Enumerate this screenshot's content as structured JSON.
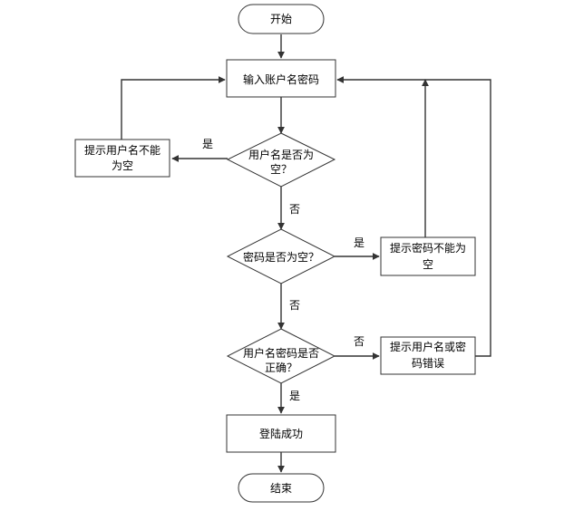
{
  "flowchart": {
    "start": "开始",
    "input": "输入账户名密码",
    "check_user": [
      "用户名是否为",
      "空？"
    ],
    "prompt_user": [
      "提示用户名不能",
      "为空"
    ],
    "check_pwd": "密码是否为空？",
    "prompt_pwd": [
      "提示密码不能为",
      "空"
    ],
    "check_login": [
      "用户名密码是否",
      "正确？"
    ],
    "prompt_err": [
      "提示用户名或密",
      "码错误"
    ],
    "success": "登陆成功",
    "end": "结束",
    "labels": {
      "yes": "是",
      "no": "否"
    }
  }
}
